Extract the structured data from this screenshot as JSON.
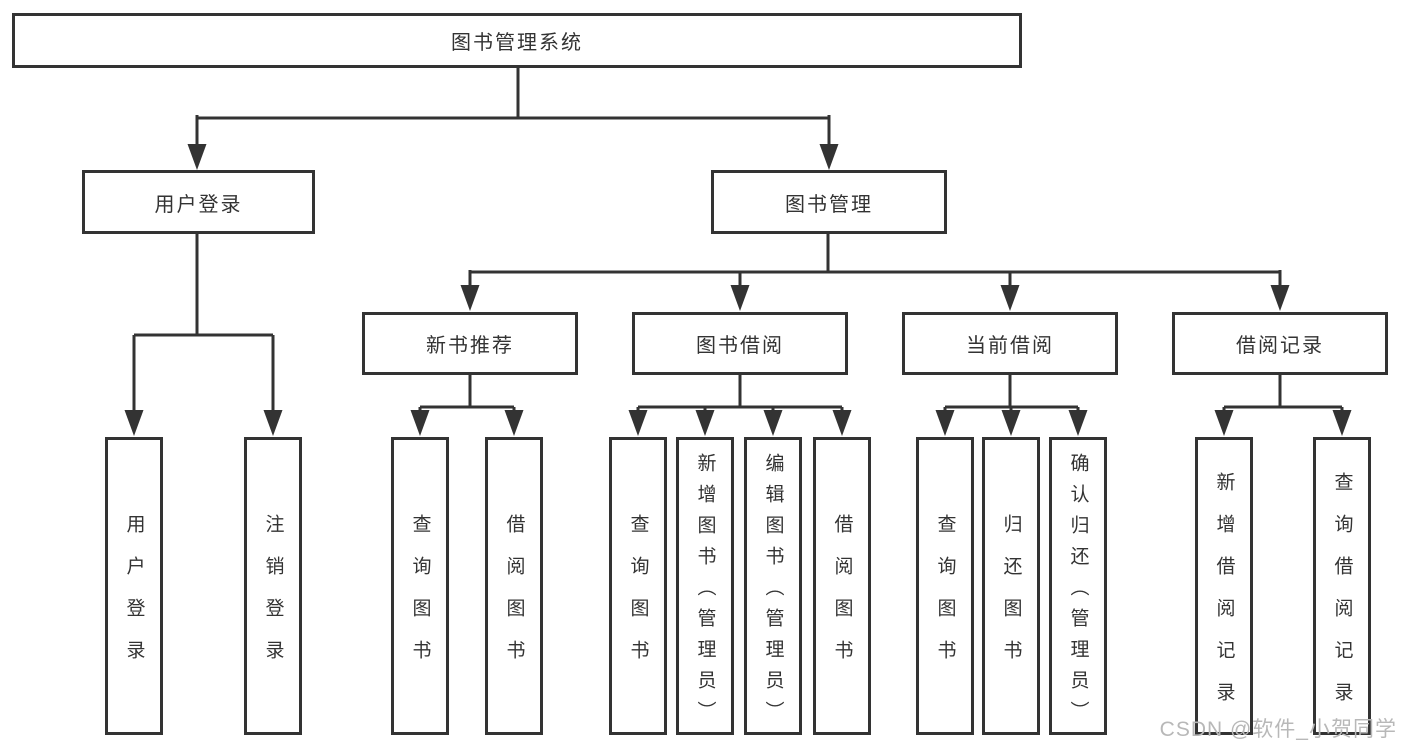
{
  "diagram": {
    "root": {
      "label": "图书管理系统"
    },
    "branches": [
      {
        "label": "用户登录",
        "leaves": [
          "用户登录",
          "注销登录"
        ]
      },
      {
        "label": "图书管理",
        "groups": [
          {
            "label": "新书推荐",
            "leaves": [
              "查询图书",
              "借阅图书"
            ]
          },
          {
            "label": "图书借阅",
            "leaves": [
              "查询图书",
              "新增图书（管理员）",
              "编辑图书（管理员）",
              "借阅图书"
            ]
          },
          {
            "label": "当前借阅",
            "leaves": [
              "查询图书",
              "归还图书",
              "确认归还（管理员）"
            ]
          },
          {
            "label": "借阅记录",
            "leaves": [
              "新增借阅记录",
              "查询借阅记录"
            ]
          }
        ]
      }
    ]
  },
  "watermark": {
    "text": "CSDN @软件_小贺同学"
  },
  "colors": {
    "line": "#333333",
    "text": "#333333",
    "background": "#ffffff",
    "watermark": "#b8b8b8"
  }
}
